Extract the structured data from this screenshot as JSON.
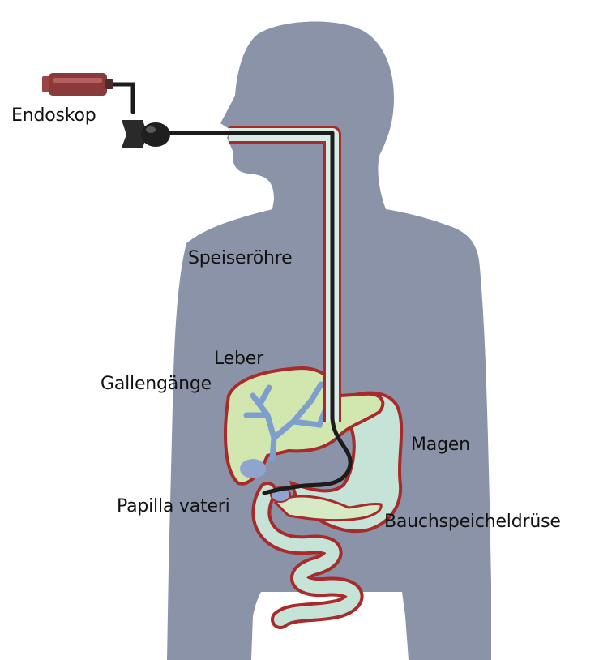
{
  "labels": {
    "endoscope": "Endoskop",
    "esophagus": "Speiseröhre",
    "liver": "Leber",
    "bile_ducts": "Gallengänge",
    "stomach": "Magen",
    "papilla": "Papilla vateri",
    "pancreas": "Bauchspeicheldrüse"
  },
  "colors": {
    "body": "#8a93a8",
    "organ_fill": "#c6e3d8",
    "liver_fill": "#d2e7b0",
    "organ_outline": "#a82a2a",
    "bile_duct": "#7e9ecc",
    "endoscope_tube": "#1c1c1c",
    "endoscope_handle": "#8a3a3a"
  }
}
